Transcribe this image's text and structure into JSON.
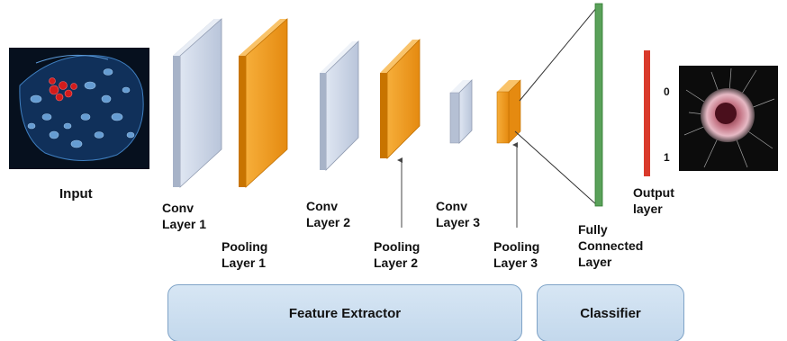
{
  "input": {
    "label": "Input"
  },
  "layers": {
    "conv1": [
      "Conv",
      "Layer 1"
    ],
    "pool1": [
      "Pooling",
      "Layer 1"
    ],
    "conv2": [
      "Conv",
      "Layer 2"
    ],
    "pool2": [
      "Pooling",
      "Layer 2"
    ],
    "conv3": [
      "Conv",
      "Layer 3"
    ],
    "pool3": [
      "Pooling",
      "Layer 3"
    ],
    "fc": [
      "Fully",
      "Connected",
      "Layer"
    ],
    "output": [
      "Output",
      "layer"
    ]
  },
  "output_classes": [
    "0",
    "1"
  ],
  "sections": {
    "feature_extractor": "Feature Extractor",
    "classifier": "Classifier"
  },
  "colors": {
    "conv_face": "#c9d4e6",
    "pool_face": "#ef9a1c",
    "fc": "#5aa15a",
    "output": "#d93a2b",
    "panel": "#cfe1f2"
  }
}
